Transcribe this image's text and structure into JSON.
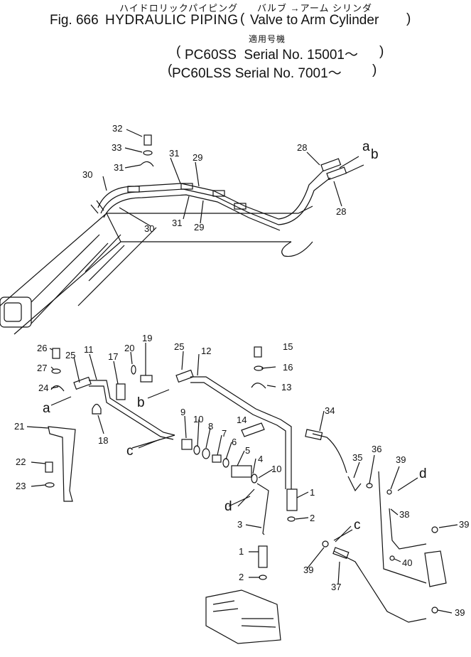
{
  "title": {
    "jp_title": "ハイドロリックパイピング",
    "jp_sub": "バルブ →アーム シリンダ",
    "fig": "Fig. 666",
    "en_title": "HYDRAULIC PIPING",
    "en_sub": "Valve to Arm Cylinder",
    "applicability_jp": "適用号機",
    "serial_1": "PC60SS  Serial No. 15001～",
    "serial_2": "PC60LSS Serial No. 7001～"
  },
  "upper_labels": [
    "32",
    "33",
    "31",
    "30",
    "31",
    "29",
    "31",
    "29",
    "30",
    "28",
    "28",
    "a",
    "b"
  ],
  "lower_labels": [
    "26",
    "25",
    "11",
    "17",
    "20",
    "19",
    "25",
    "12",
    "15",
    "27",
    "16",
    "24",
    "13",
    "a",
    "b",
    "21",
    "18",
    "c",
    "9",
    "10",
    "8",
    "7",
    "14",
    "34",
    "6",
    "5",
    "4",
    "10",
    "35",
    "36",
    "39",
    "d",
    "22",
    "23",
    "d",
    "1",
    "2",
    "3",
    "38",
    "39",
    "c",
    "1",
    "2",
    "39",
    "40",
    "37",
    "39"
  ]
}
